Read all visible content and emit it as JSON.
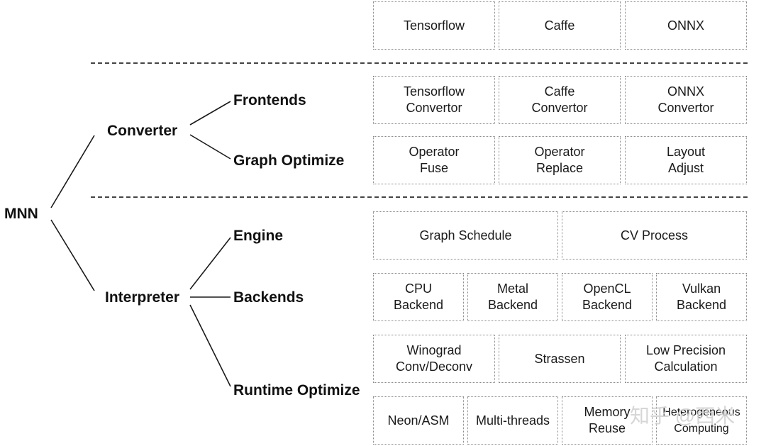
{
  "tree": {
    "root": "MNN",
    "converter": "Converter",
    "interpreter": "Interpreter",
    "frontends": "Frontends",
    "graph_optimize": "Graph Optimize",
    "engine": "Engine",
    "backends": "Backends",
    "runtime_optimize": "Runtime Optimize"
  },
  "boxes": {
    "sources": [
      "Tensorflow",
      "Caffe",
      "ONNX"
    ],
    "frontends": [
      "Tensorflow\nConvertor",
      "Caffe\nConvertor",
      "ONNX\nConvertor"
    ],
    "graph_optimize": [
      "Operator\nFuse",
      "Operator\nReplace",
      "Layout\nAdjust"
    ],
    "engine": [
      "Graph Schedule",
      "CV Process"
    ],
    "backends": [
      "CPU\nBackend",
      "Metal\nBackend",
      "OpenCL\nBackend",
      "Vulkan\nBackend"
    ],
    "runtime_optimize_1": [
      "Winograd\nConv/Deconv",
      "Strassen",
      "Low Precision\nCalculation"
    ],
    "runtime_optimize_2": [
      "Neon/ASM",
      "Multi-threads",
      "Memory\nReuse",
      "Heterogeneous\nComputing"
    ]
  },
  "watermark": "知乎 @西米"
}
